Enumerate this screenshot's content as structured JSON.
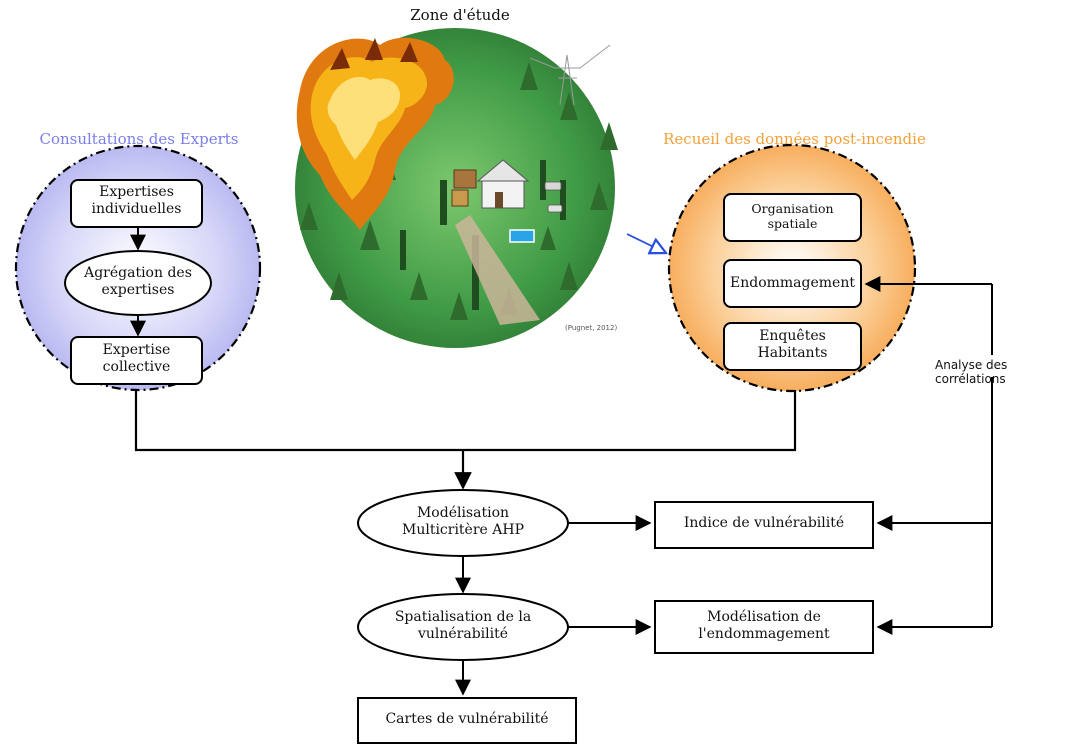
{
  "title_zone": "Zone d'étude",
  "experts": {
    "title": "Consultations des Experts",
    "title_color": "#7a7ee8",
    "fill": "#b8b8f2",
    "items": [
      "Expertises individuelles",
      "Agrégation des expertises",
      "Expertise collective"
    ]
  },
  "post_fire": {
    "title": "Recueil des données post-incendie",
    "title_color": "#f4a13a",
    "fill": "#f7a64d",
    "items": [
      "Organisation spatiale",
      "Endommagement",
      "Enquêtes Habitants"
    ]
  },
  "illustration": {
    "credit": "(Pugnet, 2012)",
    "icons": [
      "forest-fire-illustration",
      "house-icon",
      "pool-icon",
      "power-pylon-icon"
    ]
  },
  "flow": {
    "ahp": "Modélisation Multicritère AHP",
    "index": "Indice de vulnérabilité",
    "spatial": "Spatialisation de la vulnérabilité",
    "damage_model": "Modélisation de l'endommagement",
    "maps": "Cartes de vulnérabilité",
    "correlation": "Analyse des corrélations"
  }
}
